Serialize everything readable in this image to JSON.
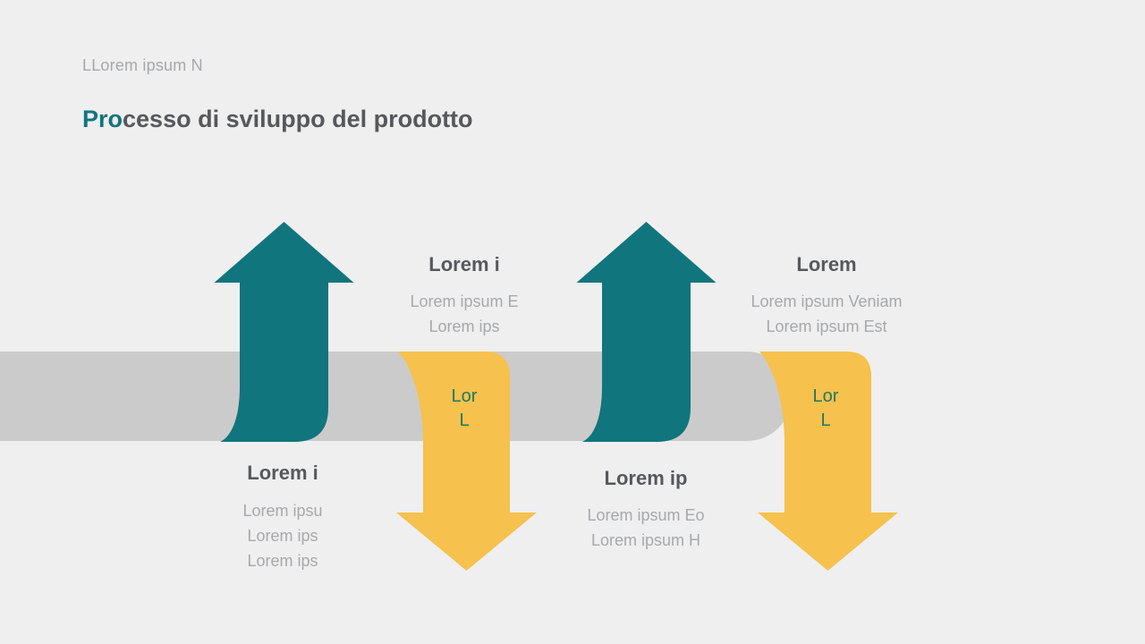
{
  "slide": {
    "eyebrow": "LLorem ipsum N",
    "title": {
      "accent": "Pro",
      "rest": "cesso di sviluppo del prodotto"
    }
  },
  "colors": {
    "background": "#efeff0",
    "band": "#cbcbcb",
    "teal": "#11757d",
    "yellow": "#f6c14d",
    "heading_text": "#57585c",
    "muted_text": "#a7a8aa",
    "eyebrow_text": "#a6a7a9",
    "tag_text": "#1e7a63"
  },
  "steps": [
    {
      "arrow": "up",
      "arrow_color": "teal",
      "label_position": "below-band",
      "title": "Lorem i",
      "lines": [
        "Lorem ipsu",
        "Lorem ips",
        "Lorem ips"
      ]
    },
    {
      "arrow": "down",
      "arrow_color": "yellow",
      "label_position": "above-band",
      "title": "Lorem i",
      "lines": [
        "Lorem ipsum E",
        "Lorem ips"
      ],
      "tag": {
        "line1": "Lor",
        "line2": "L"
      }
    },
    {
      "arrow": "up",
      "arrow_color": "teal",
      "label_position": "below-band",
      "title": "Lorem ip",
      "lines": [
        "Lorem ipsum Eo",
        "Lorem ipsum H"
      ]
    },
    {
      "arrow": "down",
      "arrow_color": "yellow",
      "label_position": "above-band",
      "title": "Lorem",
      "lines": [
        "Lorem ipsum Veniam",
        "Lorem ipsum Est"
      ],
      "tag": {
        "line1": "Lor",
        "line2": "L"
      }
    }
  ]
}
